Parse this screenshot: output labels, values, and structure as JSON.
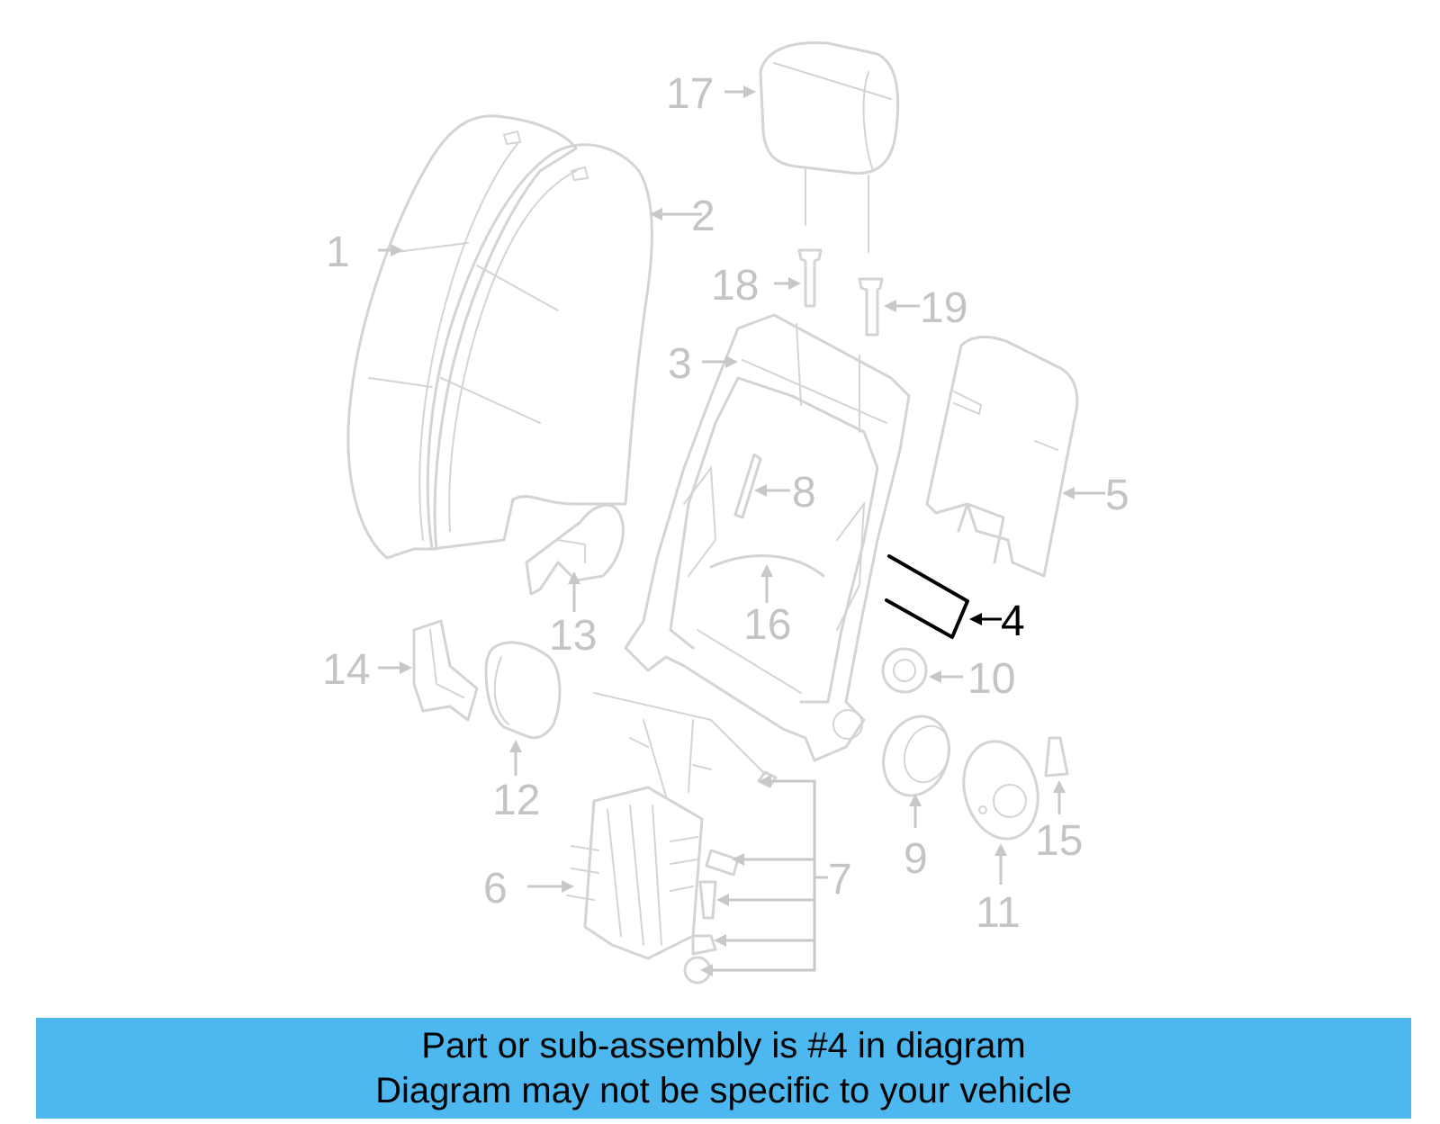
{
  "callouts": {
    "c1": "1",
    "c2": "2",
    "c3": "3",
    "c4": "4",
    "c5": "5",
    "c6": "6",
    "c7": "7",
    "c8": "8",
    "c9": "9",
    "c10": "10",
    "c11": "11",
    "c12": "12",
    "c13": "13",
    "c14": "14",
    "c15": "15",
    "c16": "16",
    "c17": "17",
    "c18": "18",
    "c19": "19"
  },
  "highlighted_part": "4",
  "banner": {
    "line1": "Part or sub-assembly is #4 in diagram",
    "line2": "Diagram may not be specific to your vehicle",
    "background_color": "#4db8f0"
  }
}
